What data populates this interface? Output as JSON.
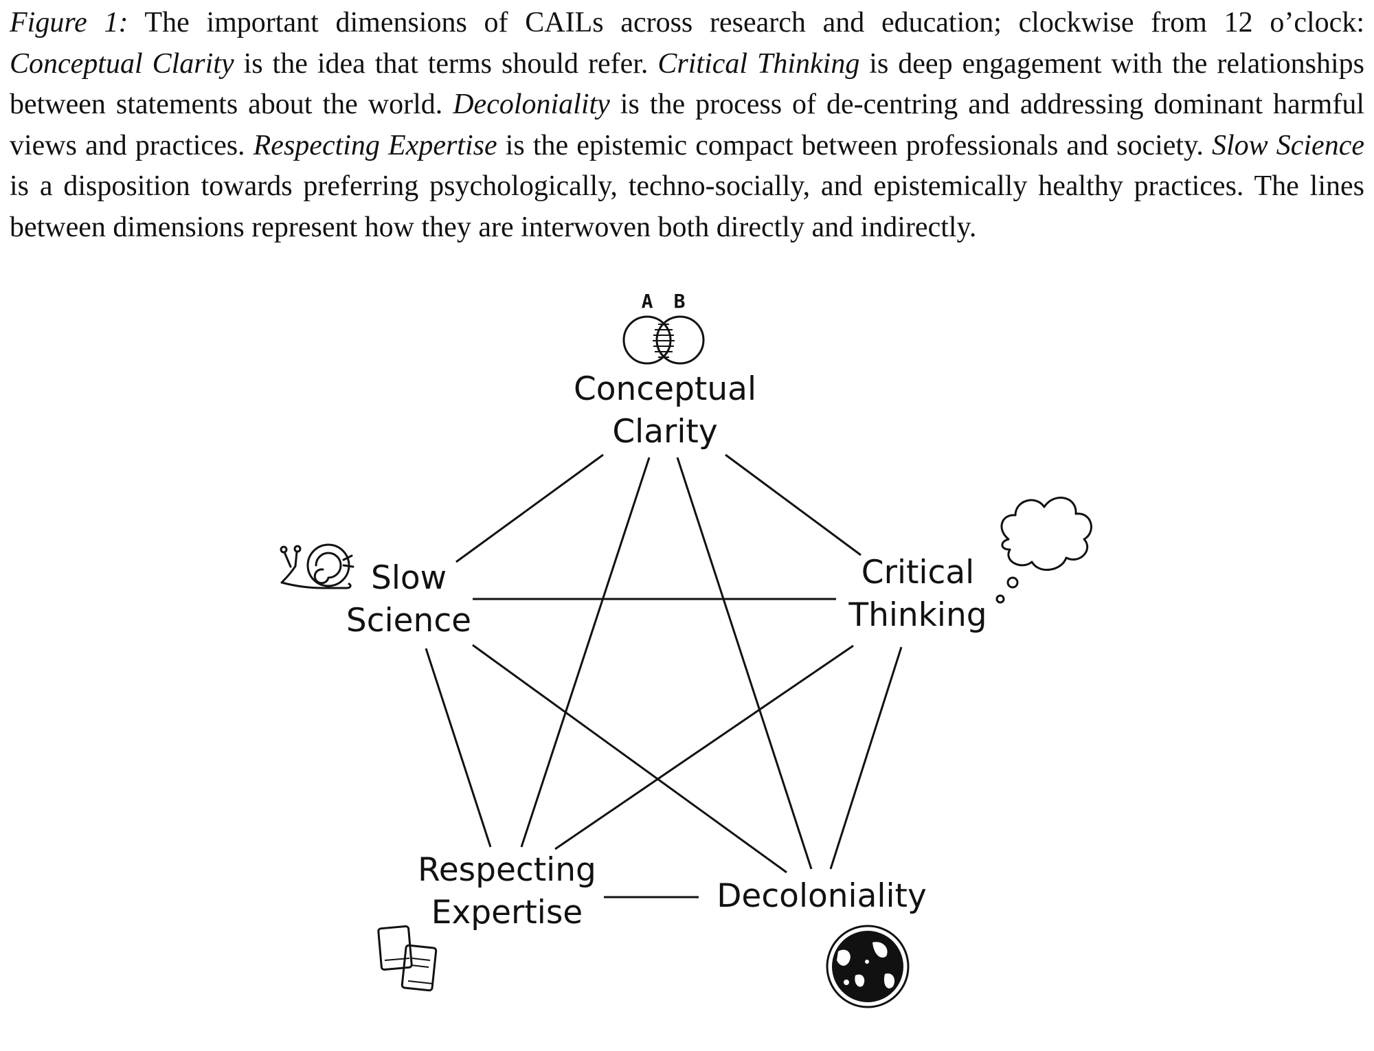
{
  "caption": {
    "figure_label": "Figure 1:",
    "intro": " The important dimensions of CAILs across research and education; clockwise from 12 o’clock: ",
    "term_1": "Conceptual Clarity",
    "def_1": " is the idea that terms should refer. ",
    "term_2": "Critical Thinking",
    "def_2": " is deep engagement with the relationships between statements about the world. ",
    "term_3": "Decoloniality",
    "def_3": " is the process of de-centring and addressing dominant harmful views and practices. ",
    "term_4": "Respecting Expertise",
    "def_4": " is the epistemic compact between professionals and society. ",
    "term_5": "Slow Science",
    "def_5": " is a disposition towards preferring psychologically, techno-socially, and epistemically healthy practices. The lines between dimensions represent how they are interwoven both directly and indirectly."
  },
  "nodes": {
    "conceptual_clarity": {
      "line1": "Conceptual",
      "line2": "Clarity",
      "icon": "venn-diagram-icon",
      "icon_label_a": "A",
      "icon_label_b": "B"
    },
    "critical_thinking": {
      "line1": "Critical",
      "line2": "Thinking",
      "icon": "thought-cloud-icon"
    },
    "decoloniality": {
      "line1": "Decoloniality",
      "icon": "globe-icon"
    },
    "respecting_expertise": {
      "line1": "Respecting",
      "line2": "Expertise",
      "icon": "books-icon"
    },
    "slow_science": {
      "line1": "Slow",
      "line2": "Science",
      "icon": "snail-icon"
    }
  },
  "edges": [
    [
      "conceptual_clarity",
      "slow_science"
    ],
    [
      "conceptual_clarity",
      "critical_thinking"
    ],
    [
      "conceptual_clarity",
      "respecting_expertise"
    ],
    [
      "conceptual_clarity",
      "decoloniality"
    ],
    [
      "slow_science",
      "critical_thinking"
    ],
    [
      "slow_science",
      "respecting_expertise"
    ],
    [
      "slow_science",
      "decoloniality"
    ],
    [
      "critical_thinking",
      "respecting_expertise"
    ],
    [
      "critical_thinking",
      "decoloniality"
    ],
    [
      "respecting_expertise",
      "decoloniality"
    ]
  ]
}
